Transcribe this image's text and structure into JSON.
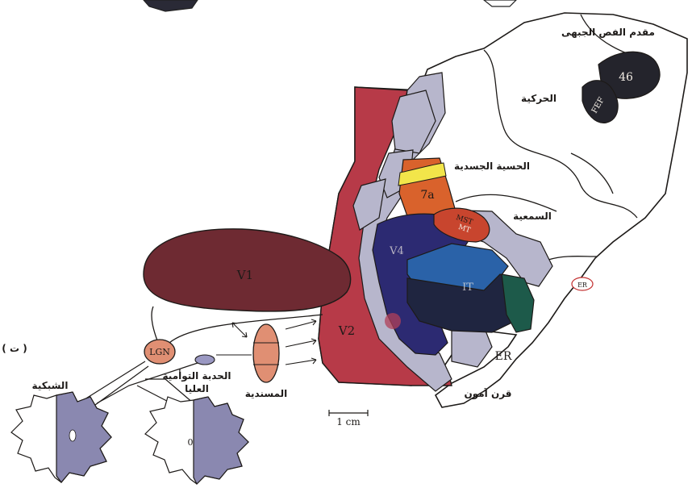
{
  "labels": {
    "prefrontal": "مقدم الفص الجبهى",
    "motor": "الحركية",
    "somatosensory": "الحسية الجسدية",
    "auditory": "السمعية",
    "hippocampus": "قرن آمون",
    "pulvinar": "المسندية",
    "superior_colliculus_line1": "الحدبة التوأمية",
    "superior_colliculus_line2": "العليا",
    "retina": "الشبكية",
    "panel_letter": "( ت )",
    "area_46": "46",
    "area_fef": "FEF",
    "area_7a": "7a",
    "area_mst": "MST",
    "area_mt": "MT",
    "area_v4": "V4",
    "area_it": "IT",
    "area_er_small": "ER",
    "area_er": "ER",
    "area_v1": "V1",
    "area_v2": "V2",
    "lgn": "LGN",
    "scale_bar": "1 cm",
    "retina_center": "0"
  },
  "colors": {
    "v1": "#6e2a32",
    "v2": "#b73a48",
    "gray_area": "#b7b6cc",
    "area_46": "#24242c",
    "area_7a": "#d9622c",
    "stripe_yellow": "#f2e54a",
    "mt": "#c8452e",
    "v4": "#2c2a72",
    "it_blue": "#2a62a8",
    "it_dark": "#1f2540",
    "it_green": "#1d5a4a",
    "lgn": "#e08f73",
    "pulvinar": "#e08f73",
    "colliculus": "#9a98c2",
    "retina_half": "#8a88b0"
  }
}
